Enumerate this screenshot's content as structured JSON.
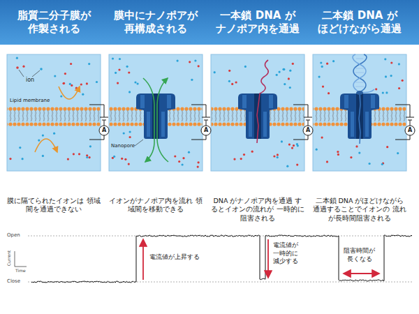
{
  "diagram": {
    "nodes": [
      {
        "text": [
          "脂質二分子膜が 作製される",
          "膜中にナノポアが 再構成される",
          "一本鎖 DNA が ナノポア内を通過",
          "二本鎖 DNA が ほどけながら通過"
        ]
      },
      {
        "text": [
          "ion",
          "Lipid membrane"
        ]
      },
      {
        "text": [
          "Nanopore"
        ]
      }
    ],
    "labels": [
      "膜に隔てられたイオンは 領域間を通過できない",
      "イオンがナノポア内を流れ 領域間を移動できる",
      "DNA がナノポア内を通過 するとイオンの流れが 一時的に阻害される",
      "二本鎖 DNA がほどけながら 通過することでイオンの 流れが長時間阻害される",
      "Open",
      "Close",
      "Current",
      "Time",
      "電流値が上昇する",
      "電流値が 一時的に 減少する",
      "阻害時間が 長くなる",
      "A",
      "A",
      "A",
      "A"
    ]
  }
}
